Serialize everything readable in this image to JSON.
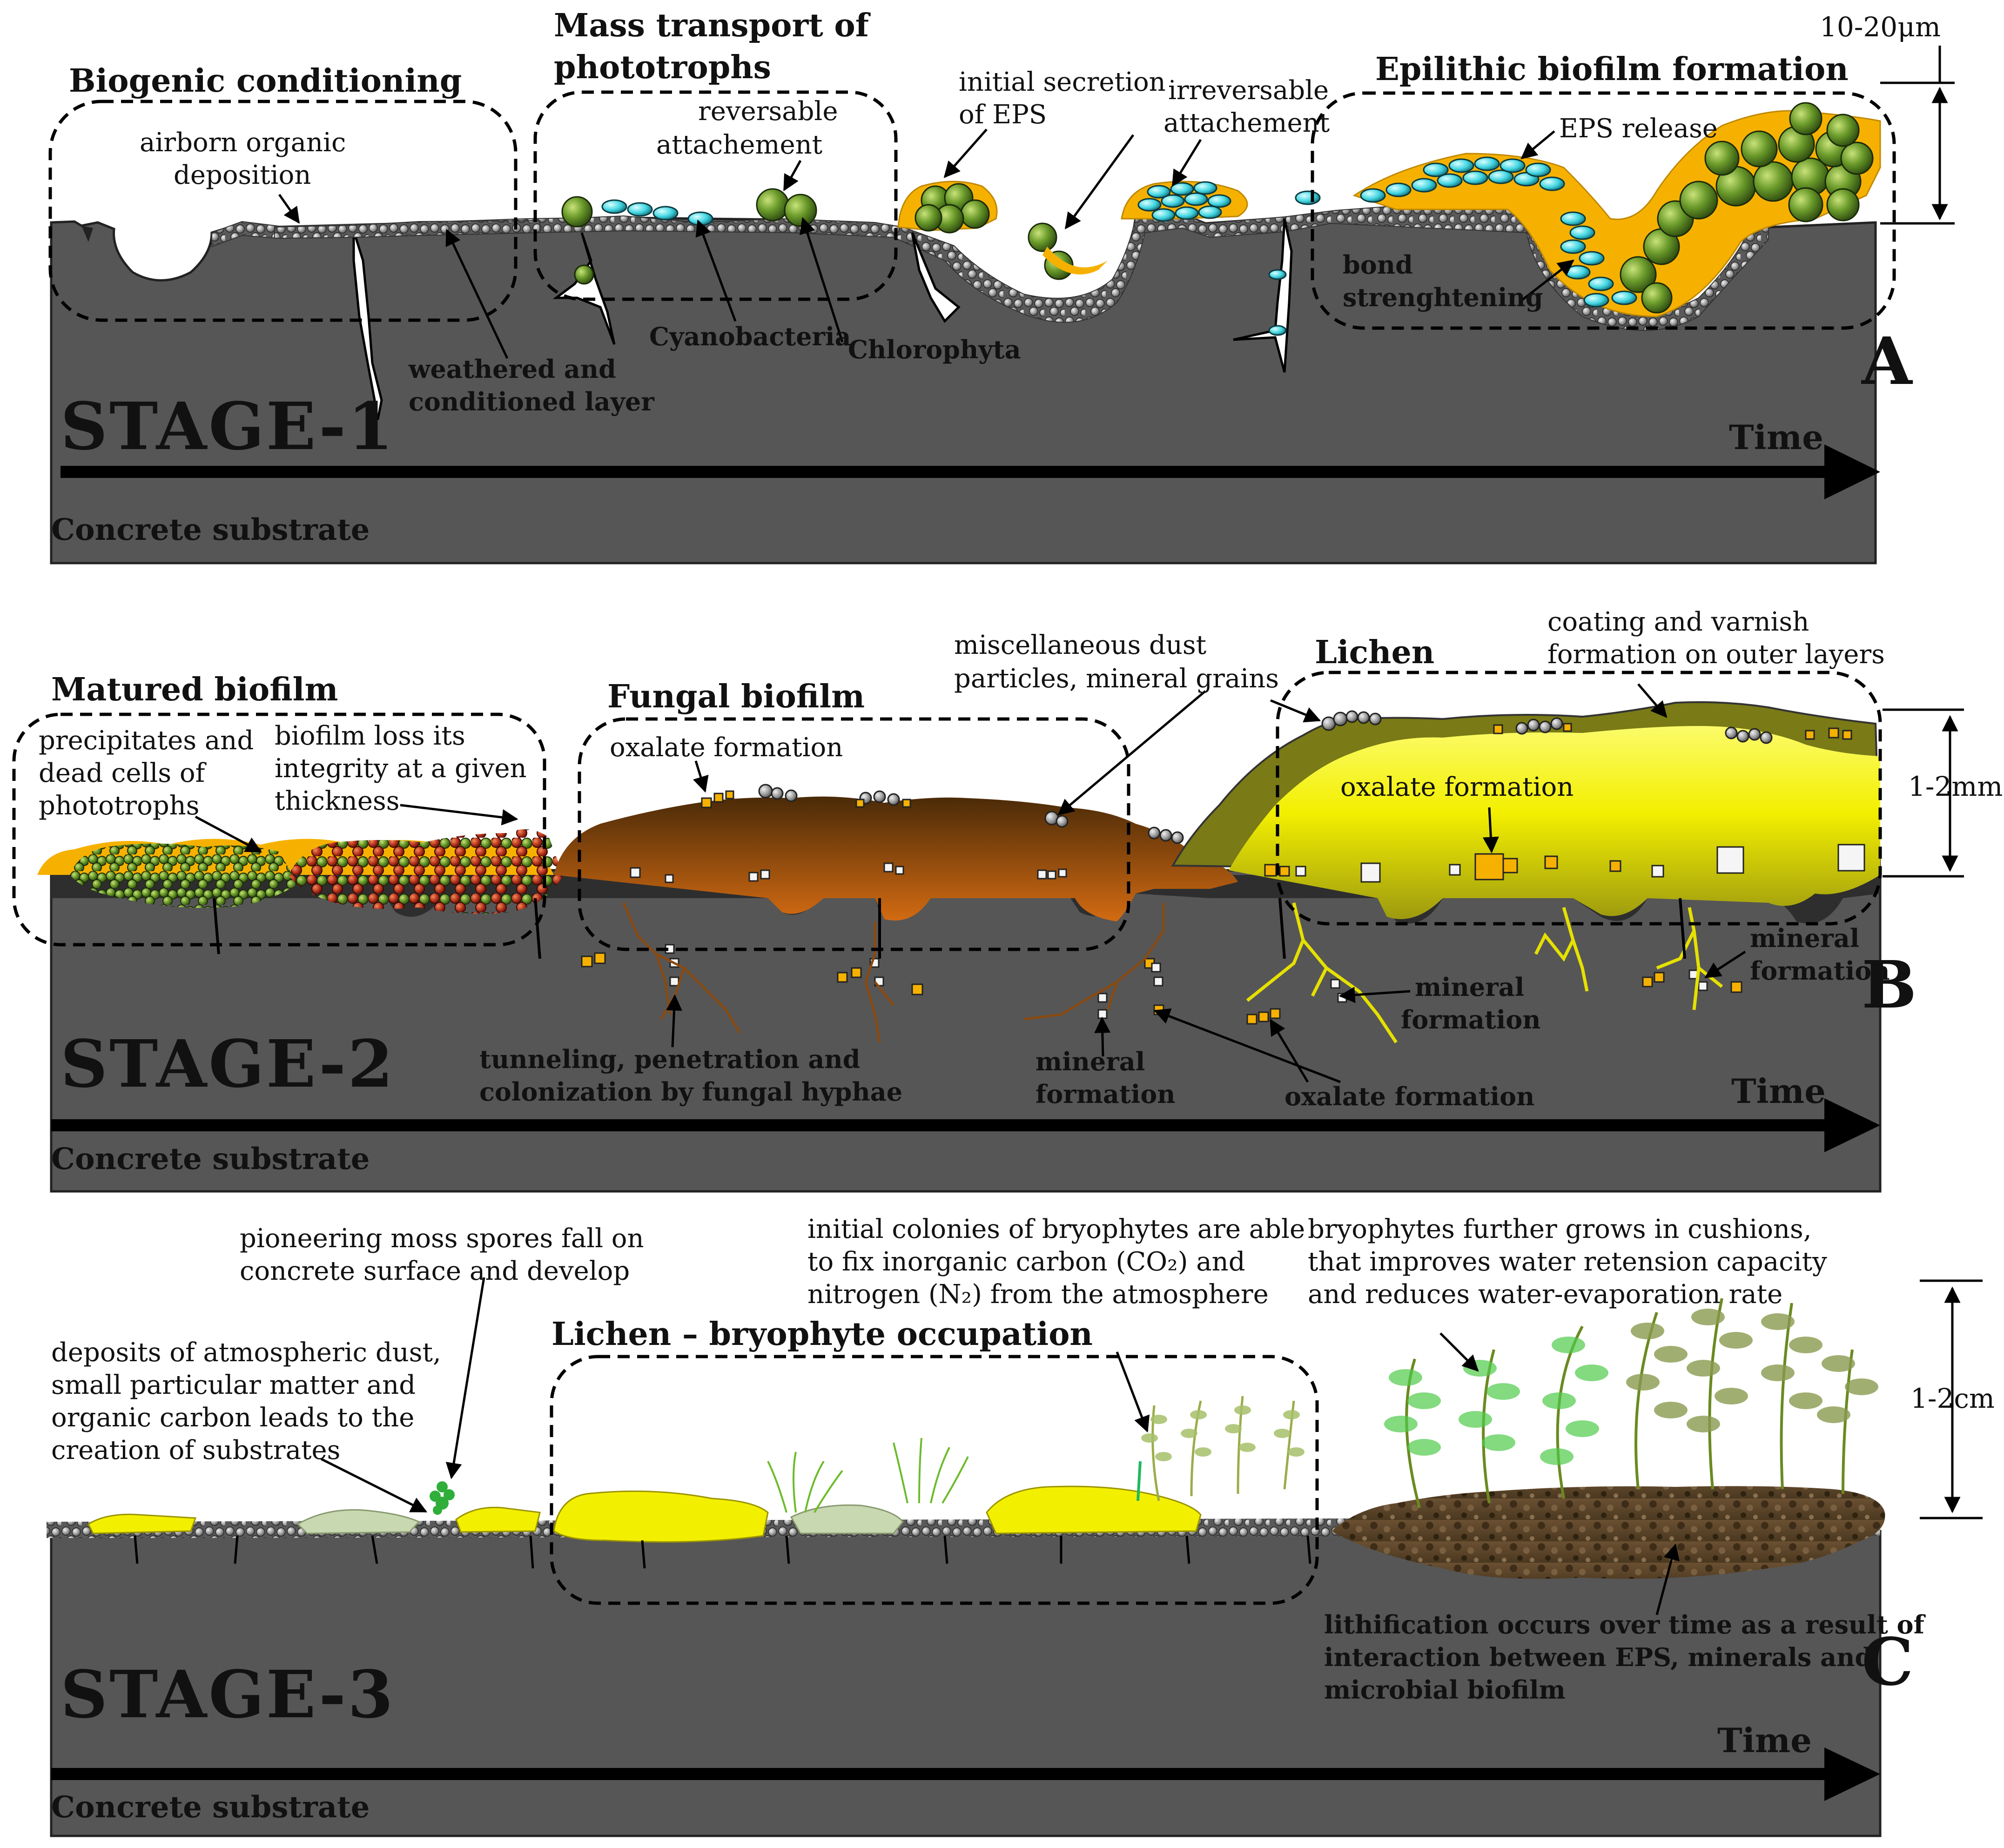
{
  "colors": {
    "concrete": "#565656",
    "concrete_dark": "#3a3a3a",
    "eps": "#f6b100",
    "cyanobacteria": "#3fd4e0",
    "chlorophyta": "#5a8a22",
    "fungal_top": "#4a2a08",
    "fungal_bottom": "#d36b12",
    "lichen_yellow": "#f3ef00",
    "lichen_olive": "#7a7a16",
    "oxalate": "#f6b100",
    "moss_green": "#2fae3a",
    "soil_brown": "#5c4428"
  },
  "panelA": {
    "letter": "A",
    "stage": "STAGE-1",
    "time": "Time",
    "substrate": "Concrete substrate",
    "scale": "10-20μm",
    "headings": {
      "biogenic": "Biogenic conditioning",
      "mass_l1": "Mass transport of",
      "mass_l2": "phototrophs",
      "epilithic": "Epilithic biofilm formation"
    },
    "labels": {
      "airborn_l1": "airborn organic",
      "airborn_l2": "deposition",
      "reversable_l1": "reversable",
      "reversable_l2": "attachement",
      "initial_l1": "initial secretion",
      "initial_l2": "of EPS",
      "irreversable_l1": "irreversable",
      "irreversable_l2": "attachement",
      "eps_release": "EPS release",
      "weathered_l1": "weathered and",
      "weathered_l2": "conditioned layer",
      "cyano": "Cyanobacteria",
      "chloro": "Chlorophyta",
      "bond_l1": "bond",
      "bond_l2": "strenghtening"
    }
  },
  "panelB": {
    "letter": "B",
    "stage": "STAGE-2",
    "time": "Time",
    "substrate": "Concrete substrate",
    "scale": "1-2mm",
    "headings": {
      "matured": "Matured biofilm",
      "fungal": "Fungal biofilm",
      "lichen": "Lichen"
    },
    "labels": {
      "precip_l1": "precipitates and",
      "precip_l2": "dead cells of",
      "precip_l3": "phototrophs",
      "loss_l1": "biofilm loss its",
      "loss_l2": "integrity at a given",
      "loss_l3": "thickness",
      "oxalate_top": "oxalate formation",
      "misc_l1": "miscellaneous dust",
      "misc_l2": "particles, mineral grains",
      "coating_l1": "coating and varnish",
      "coating_l2": "formation on outer layers",
      "oxalate_lichen": "oxalate formation",
      "tunnel_l1": "tunneling, penetration and",
      "tunnel_l2": "colonization by fungal hyphae",
      "mineral_a_l1": "mineral",
      "mineral_a_l2": "formation",
      "mineral_b_l1": "mineral",
      "mineral_b_l2": "formation",
      "mineral_c_l1": "mineral",
      "mineral_c_l2": "formation",
      "oxalate_bottom": "oxalate formation"
    }
  },
  "panelC": {
    "letter": "C",
    "stage": "STAGE-3",
    "time": "Time",
    "substrate": "Concrete substrate",
    "scale": "1-2cm",
    "headings": {
      "lichen_bryo": "Lichen – bryophyte occupation"
    },
    "labels": {
      "pioneer_l1": "pioneering moss spores fall on",
      "pioneer_l2": "concrete surface and develop",
      "deposits_l1": "deposits of atmospheric dust,",
      "deposits_l2": "small particular matter and",
      "deposits_l3": "organic carbon leads to the",
      "deposits_l4": "creation of substrates",
      "initial_l1": "initial colonies of bryophytes are able",
      "initial_l2": "to fix inorganic carbon (CO₂) and",
      "initial_l3": "nitrogen (N₂) from the atmosphere",
      "bryo_l1": "bryophytes further grows in cushions,",
      "bryo_l2": "that improves water retension capacity",
      "bryo_l3": "and reduces water-evaporation rate",
      "lith_l1": "lithification occurs over time as a result of",
      "lith_l2": "interaction between EPS, minerals and",
      "lith_l3": "microbial biofilm"
    }
  }
}
